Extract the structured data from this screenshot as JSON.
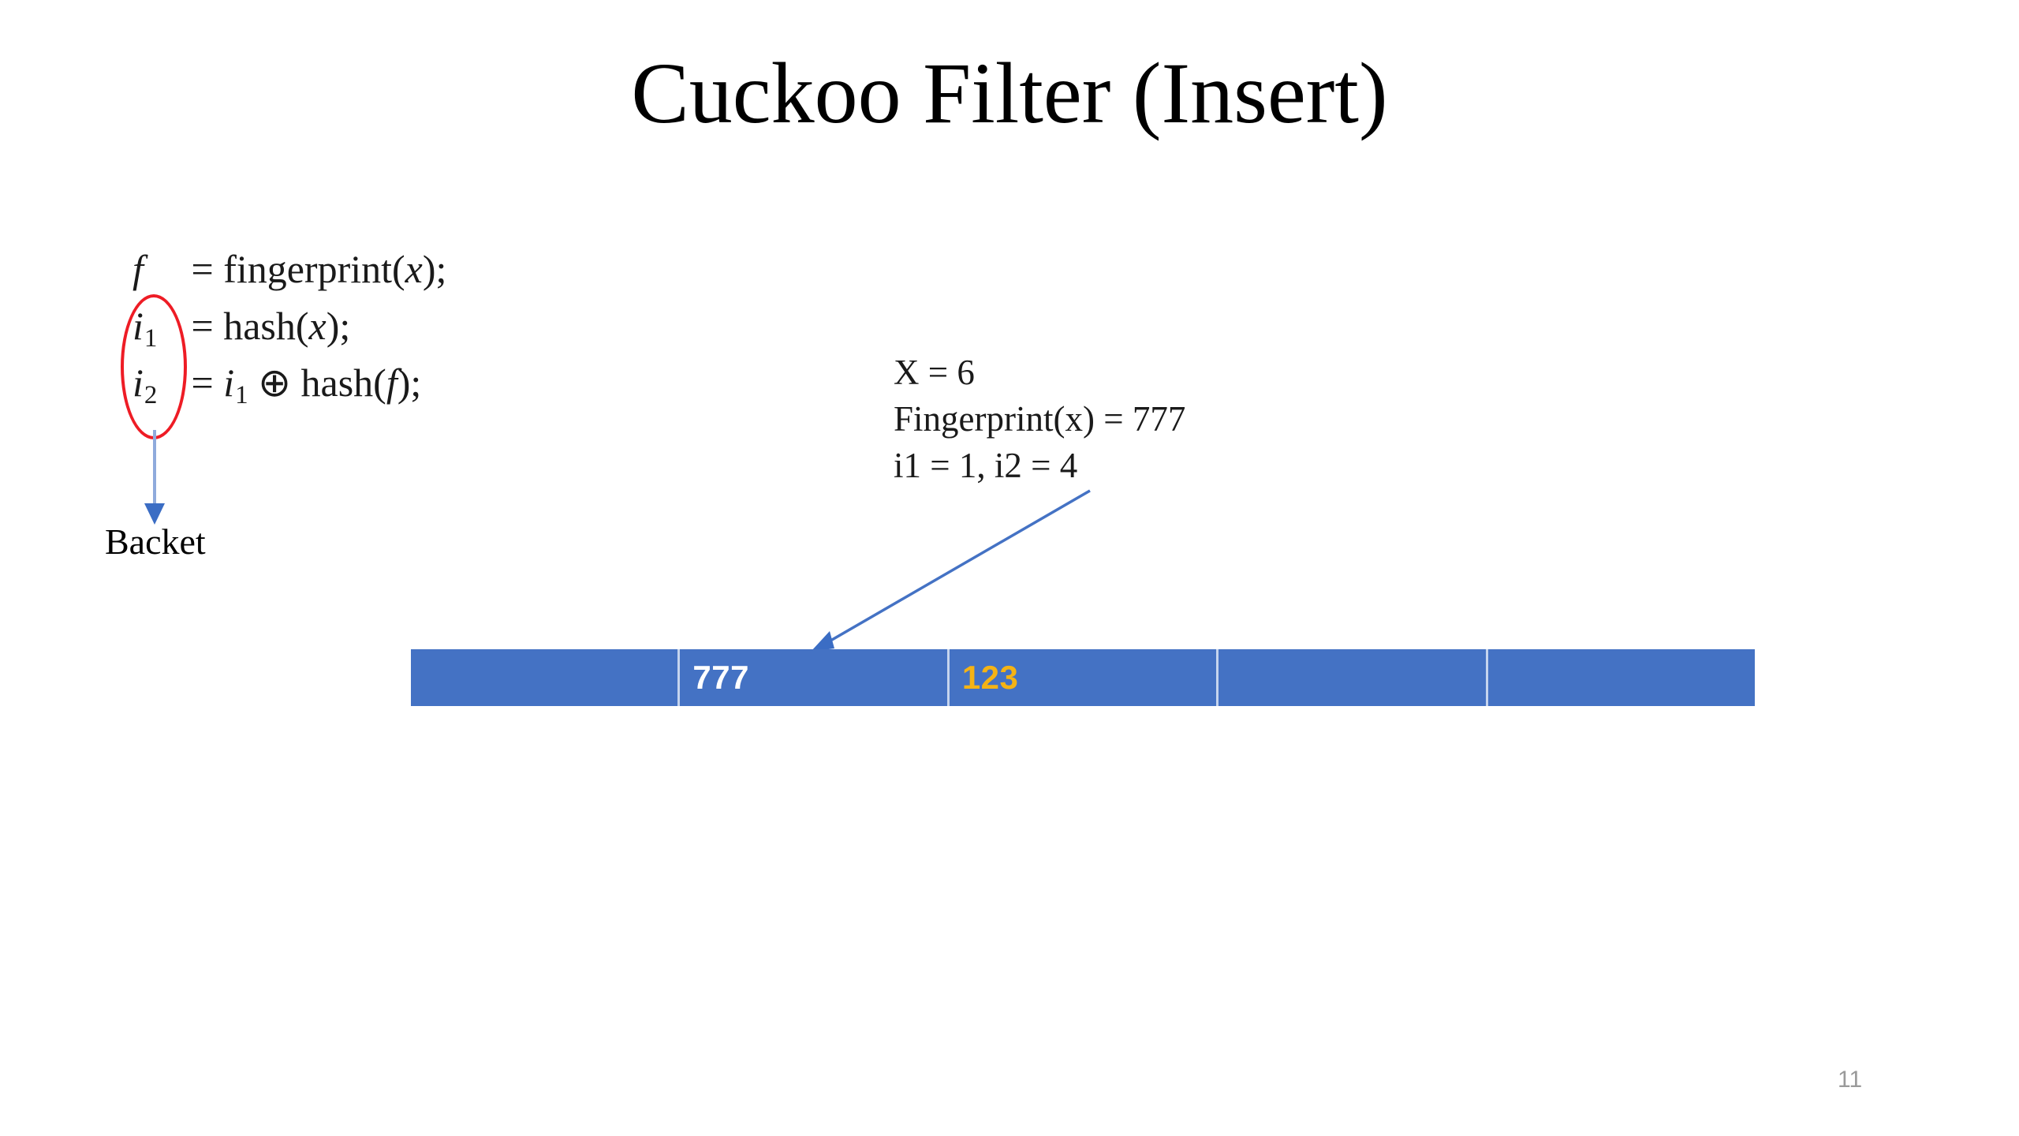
{
  "slide": {
    "title": "Cuckoo Filter (Insert)",
    "number": "11",
    "background_color": "#FFFFFF"
  },
  "formula": {
    "lines": [
      {
        "id": "fingerprint",
        "index_label": "f",
        "index_sub": "",
        "body": "= fingerprint(x);"
      },
      {
        "id": "i1",
        "index_label": "i",
        "index_sub": "1",
        "body": "= hash(x);"
      },
      {
        "id": "i2",
        "index_label": "i",
        "index_sub": "2",
        "body": "= i1 ⊕ hash(f);"
      }
    ],
    "line1_lhs": "f",
    "line1_rhs_pre": "= fingerprint(",
    "line1_rhs_var": "x",
    "line1_rhs_post": ");",
    "line2_lhs": "i",
    "line2_lhs_sub": "1",
    "line2_rhs_pre": "= hash(",
    "line2_rhs_var": "x",
    "line2_rhs_post": ");",
    "line3_lhs": "i",
    "line3_lhs_sub": "2",
    "line3_rhs_eq": "=",
    "line3_rhs_i": "i",
    "line3_rhs_i_sub": "1",
    "line3_rhs_xor": "⊕",
    "line3_rhs_hash": "hash(",
    "line3_rhs_var": "f",
    "line3_rhs_post": ");"
  },
  "highlight": {
    "ellipse_color": "#EE1C25",
    "ellipse_target": "i1-i2-indices"
  },
  "callout": {
    "arrow_color": "#8FAADC",
    "label": "Backet"
  },
  "example": {
    "lines": [
      "X = 6",
      "Fingerprint(x) = 777",
      "i1 = 1, i2 = 4"
    ],
    "x_value": "6",
    "fingerprint_value": "777",
    "i1_value": "1",
    "i2_value": "4"
  },
  "pointer_arrow": {
    "color": "#4472C4",
    "from": "example-block",
    "to": "bucket-cell-1"
  },
  "bucket_table": {
    "fill_color": "#4472C4",
    "divider_color": "#C5D4EE",
    "cells": [
      {
        "index": 0,
        "value": "",
        "color": "#FFFFFF"
      },
      {
        "index": 1,
        "value": "777",
        "color": "#FFFFFF"
      },
      {
        "index": 2,
        "value": "123",
        "color": "#F5B315"
      },
      {
        "index": 3,
        "value": "",
        "color": "#FFFFFF"
      },
      {
        "index": 4,
        "value": "",
        "color": "#FFFFFF"
      }
    ]
  }
}
